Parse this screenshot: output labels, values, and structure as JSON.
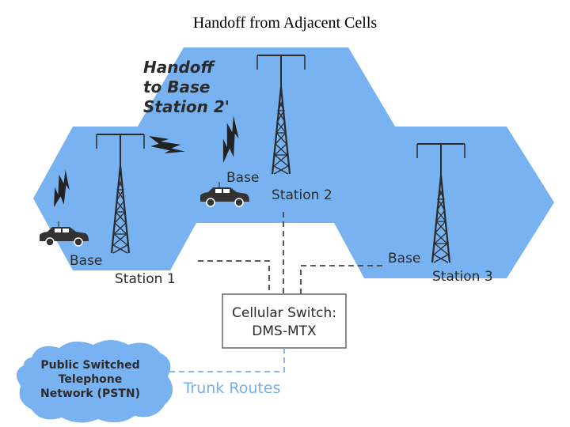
{
  "title": "Handoff from Adjacent Cells",
  "colors": {
    "cell": "#79b2f0",
    "tower": "#2a2a2a",
    "dash": "#444444",
    "trunk": "#7aaee8",
    "cloud": "#79b2f0"
  },
  "labels": {
    "handoff_line1": "Handoff",
    "handoff_line2": "to Base",
    "handoff_line3": "Station 2'",
    "bs1_line1": "Base",
    "bs1_line2": "Station 1",
    "bs2_line1": "Base",
    "bs2_line2": "Station 2",
    "bs3_line1": "Base",
    "bs3_line2": "Station 3",
    "switch_line1": "Cellular Switch:",
    "switch_line2": "DMS-MTX",
    "pstn_line1": "Public Switched",
    "pstn_line2": "Telephone",
    "pstn_line3": "Network (PSTN)",
    "trunk": "Trunk Routes"
  },
  "icons": [
    "antenna-tower-icon",
    "car-icon",
    "lightning-signal-icon",
    "cloud-icon"
  ]
}
